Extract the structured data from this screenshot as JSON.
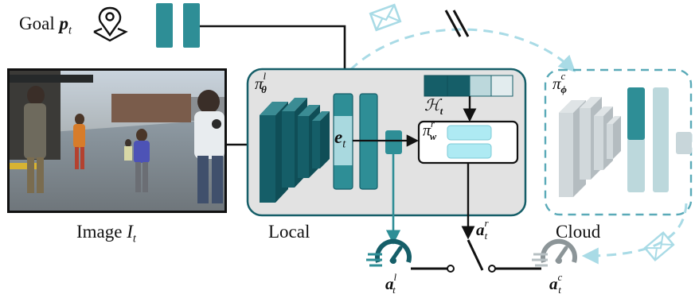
{
  "labels": {
    "goal": "Goal",
    "goal_symbol": "p",
    "goal_subscript": "t",
    "image": "Image",
    "image_symbol": "I",
    "image_subscript": "t",
    "local": "Local",
    "cloud": "Cloud",
    "local_policy": "π",
    "local_policy_sup": "l",
    "local_policy_sub": "θ",
    "cloud_policy": "π",
    "cloud_policy_sup": "c",
    "cloud_policy_sub": "ϕ",
    "router_policy": "π",
    "router_policy_sup": "r",
    "router_policy_sub": "w",
    "embedding": "e",
    "embedding_sub": "t",
    "history": "ℋ",
    "history_sub": "t",
    "action_local": "a",
    "action_local_sup": "l",
    "action_local_sub": "t",
    "action_router": "a",
    "action_router_sup": "r",
    "action_router_sub": "t",
    "action_cloud": "a",
    "action_cloud_sup": "c",
    "action_cloud_sub": "t"
  },
  "colors": {
    "teal_dark": "#155e68",
    "teal_mid": "#2e8e96",
    "teal_light": "#a9d9df",
    "cyan_light": "#aeeaf3",
    "panel_gray": "#e2e2e2",
    "cloud_gray": "#c8cfd2",
    "dashed_blue": "#a9dbe6"
  },
  "icons": [
    "location-pin-icon",
    "envelope-icon",
    "link-broken-icon",
    "speedometer-icon",
    "switch-icon"
  ]
}
